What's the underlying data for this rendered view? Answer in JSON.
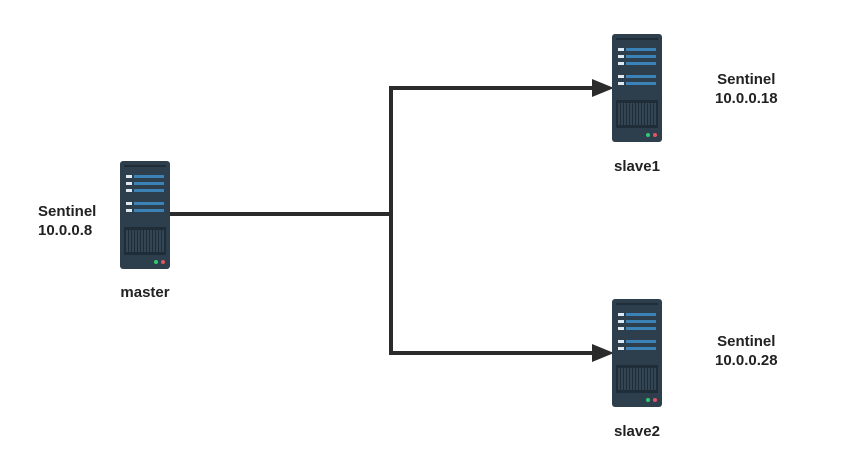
{
  "colors": {
    "connector": "#2b2b2b",
    "server_body": "#2d3e4c",
    "server_panel": "#1f2d38",
    "server_stripe": "#3b83b6",
    "led_green": "#2ecc71",
    "led_red": "#e05563"
  },
  "nodes": {
    "master": {
      "name": "master",
      "role": "Sentinel",
      "ip": "10.0.0.8",
      "icon": "server-icon"
    },
    "slave1": {
      "name": "slave1",
      "role": "Sentinel",
      "ip": "10.0.0.18",
      "icon": "server-icon"
    },
    "slave2": {
      "name": "slave2",
      "role": "Sentinel",
      "ip": "10.0.0.28",
      "icon": "server-icon"
    }
  },
  "edges": [
    {
      "from": "master",
      "to": "slave1"
    },
    {
      "from": "master",
      "to": "slave2"
    }
  ]
}
